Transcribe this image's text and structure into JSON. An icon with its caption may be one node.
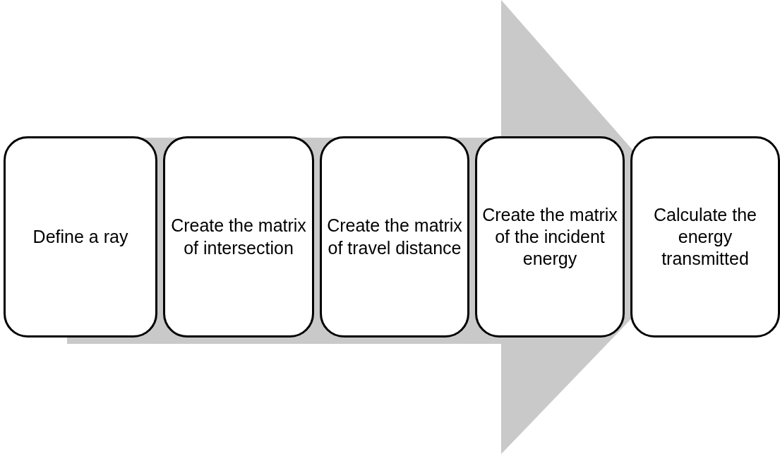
{
  "diagram": {
    "nodes": [
      {
        "text": [],
        "shape": "arrow"
      },
      {
        "text": [
          "Define a ray"
        ]
      },
      {
        "text": [
          "Create the matrix of intersection"
        ],
        "in": 0
      },
      {
        "text": [
          "Create the matrix of travel distance"
        ],
        "in": 0
      },
      {
        "text": [
          "Create the matrix of the incident energy"
        ],
        "in": 0
      },
      {
        "text": [
          "Calculate the energy transmitted"
        ]
      }
    ]
  }
}
